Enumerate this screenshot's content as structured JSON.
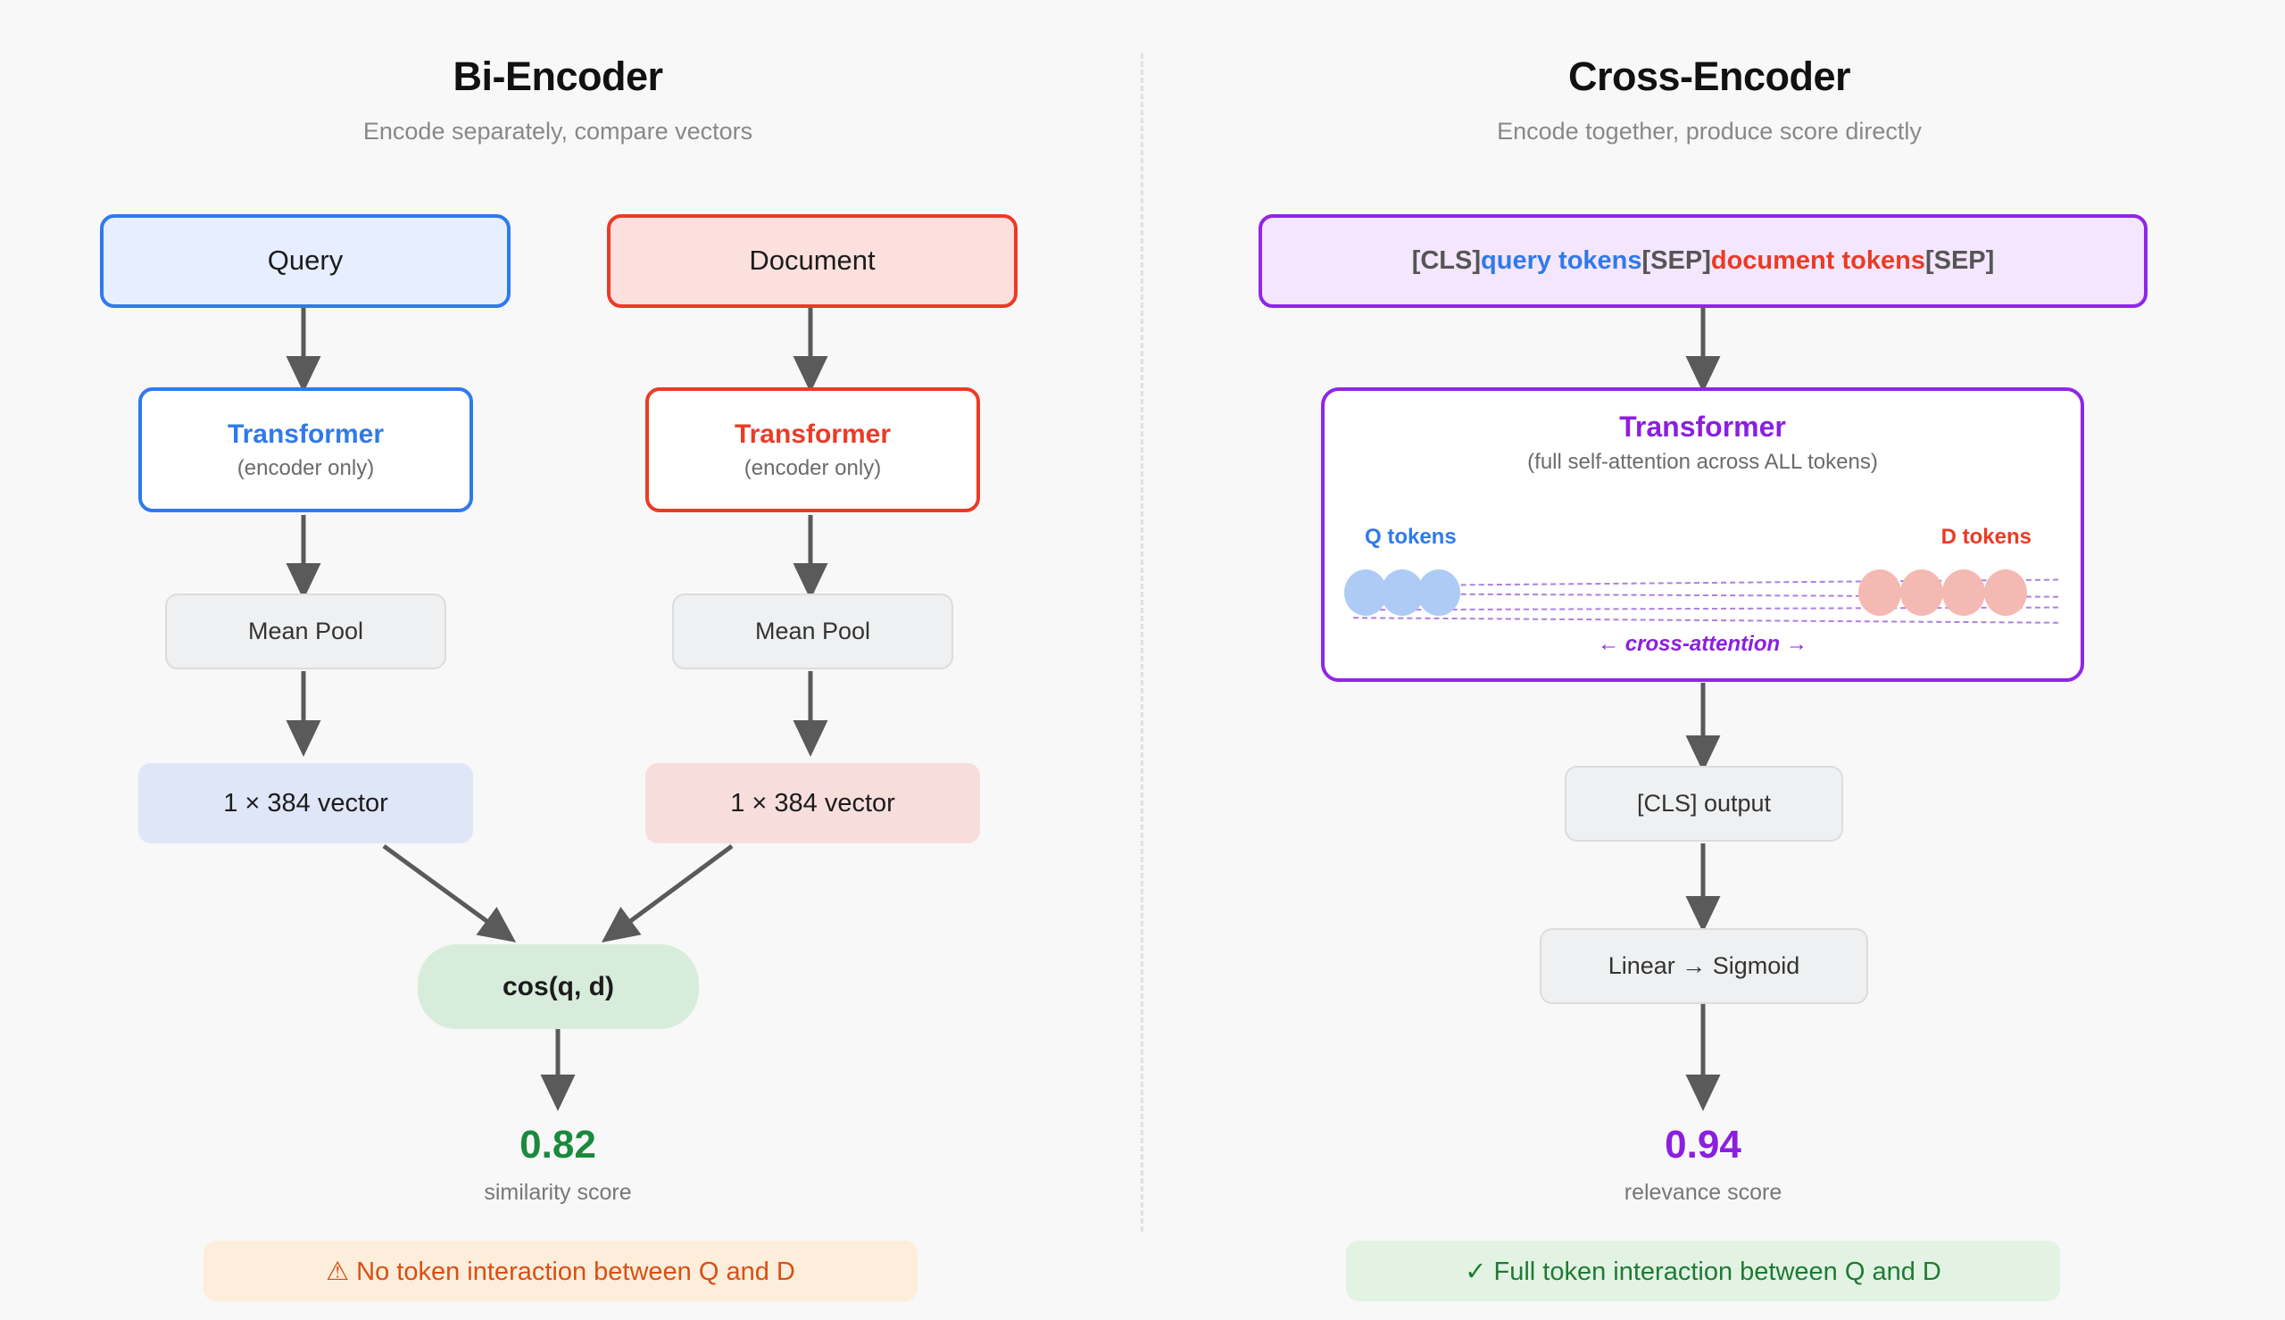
{
  "left_panel": {
    "title": "Bi-Encoder",
    "subtitle": "Encode separately, compare vectors",
    "query_box": "Query",
    "document_box": "Document",
    "transformer_q_title": "Transformer",
    "transformer_q_sub": "(encoder only)",
    "transformer_d_title": "Transformer",
    "transformer_d_sub": "(encoder only)",
    "pool_q": "Mean Pool",
    "pool_d": "Mean Pool",
    "vector_q": "1 × 384 vector",
    "vector_d": "1 × 384 vector",
    "similarity_op": "cos(q, d)",
    "score_value": "0.82",
    "score_caption": "similarity score",
    "footer_note": "⚠ No token interaction between Q and D",
    "colors": {
      "query_accent": "#2f7aeb",
      "document_accent": "#eb3b26",
      "score": "#1a8a3c",
      "footer_bg": "#fdeedb",
      "footer_text": "#d94f14"
    }
  },
  "right_panel": {
    "title": "Cross-Encoder",
    "subtitle": "Encode together, produce score directly",
    "input_sequence": {
      "cls_open": "[CLS]",
      "query_tokens": "query tokens",
      "sep_mid": "[SEP]",
      "document_tokens": "document tokens",
      "sep_end": "[SEP]"
    },
    "transformer_title": "Transformer",
    "transformer_sub": "(full self-attention across ALL tokens)",
    "q_tokens_label": "Q tokens",
    "d_tokens_label": "D tokens",
    "cross_attention_label": "← cross-attention →",
    "q_token_count": 3,
    "d_token_count": 4,
    "cls_output": "[CLS] output",
    "linear_sigmoid": "Linear → Sigmoid",
    "score_value": "0.94",
    "score_caption": "relevance score",
    "footer_note": "✓ Full token interaction between Q and D",
    "colors": {
      "accent": "#9026e8",
      "score": "#8b1fe0",
      "q_token": "#2f7aeb",
      "d_token": "#eb3b26",
      "footer_bg": "#e3f3e3",
      "footer_text": "#1f7a35"
    }
  }
}
